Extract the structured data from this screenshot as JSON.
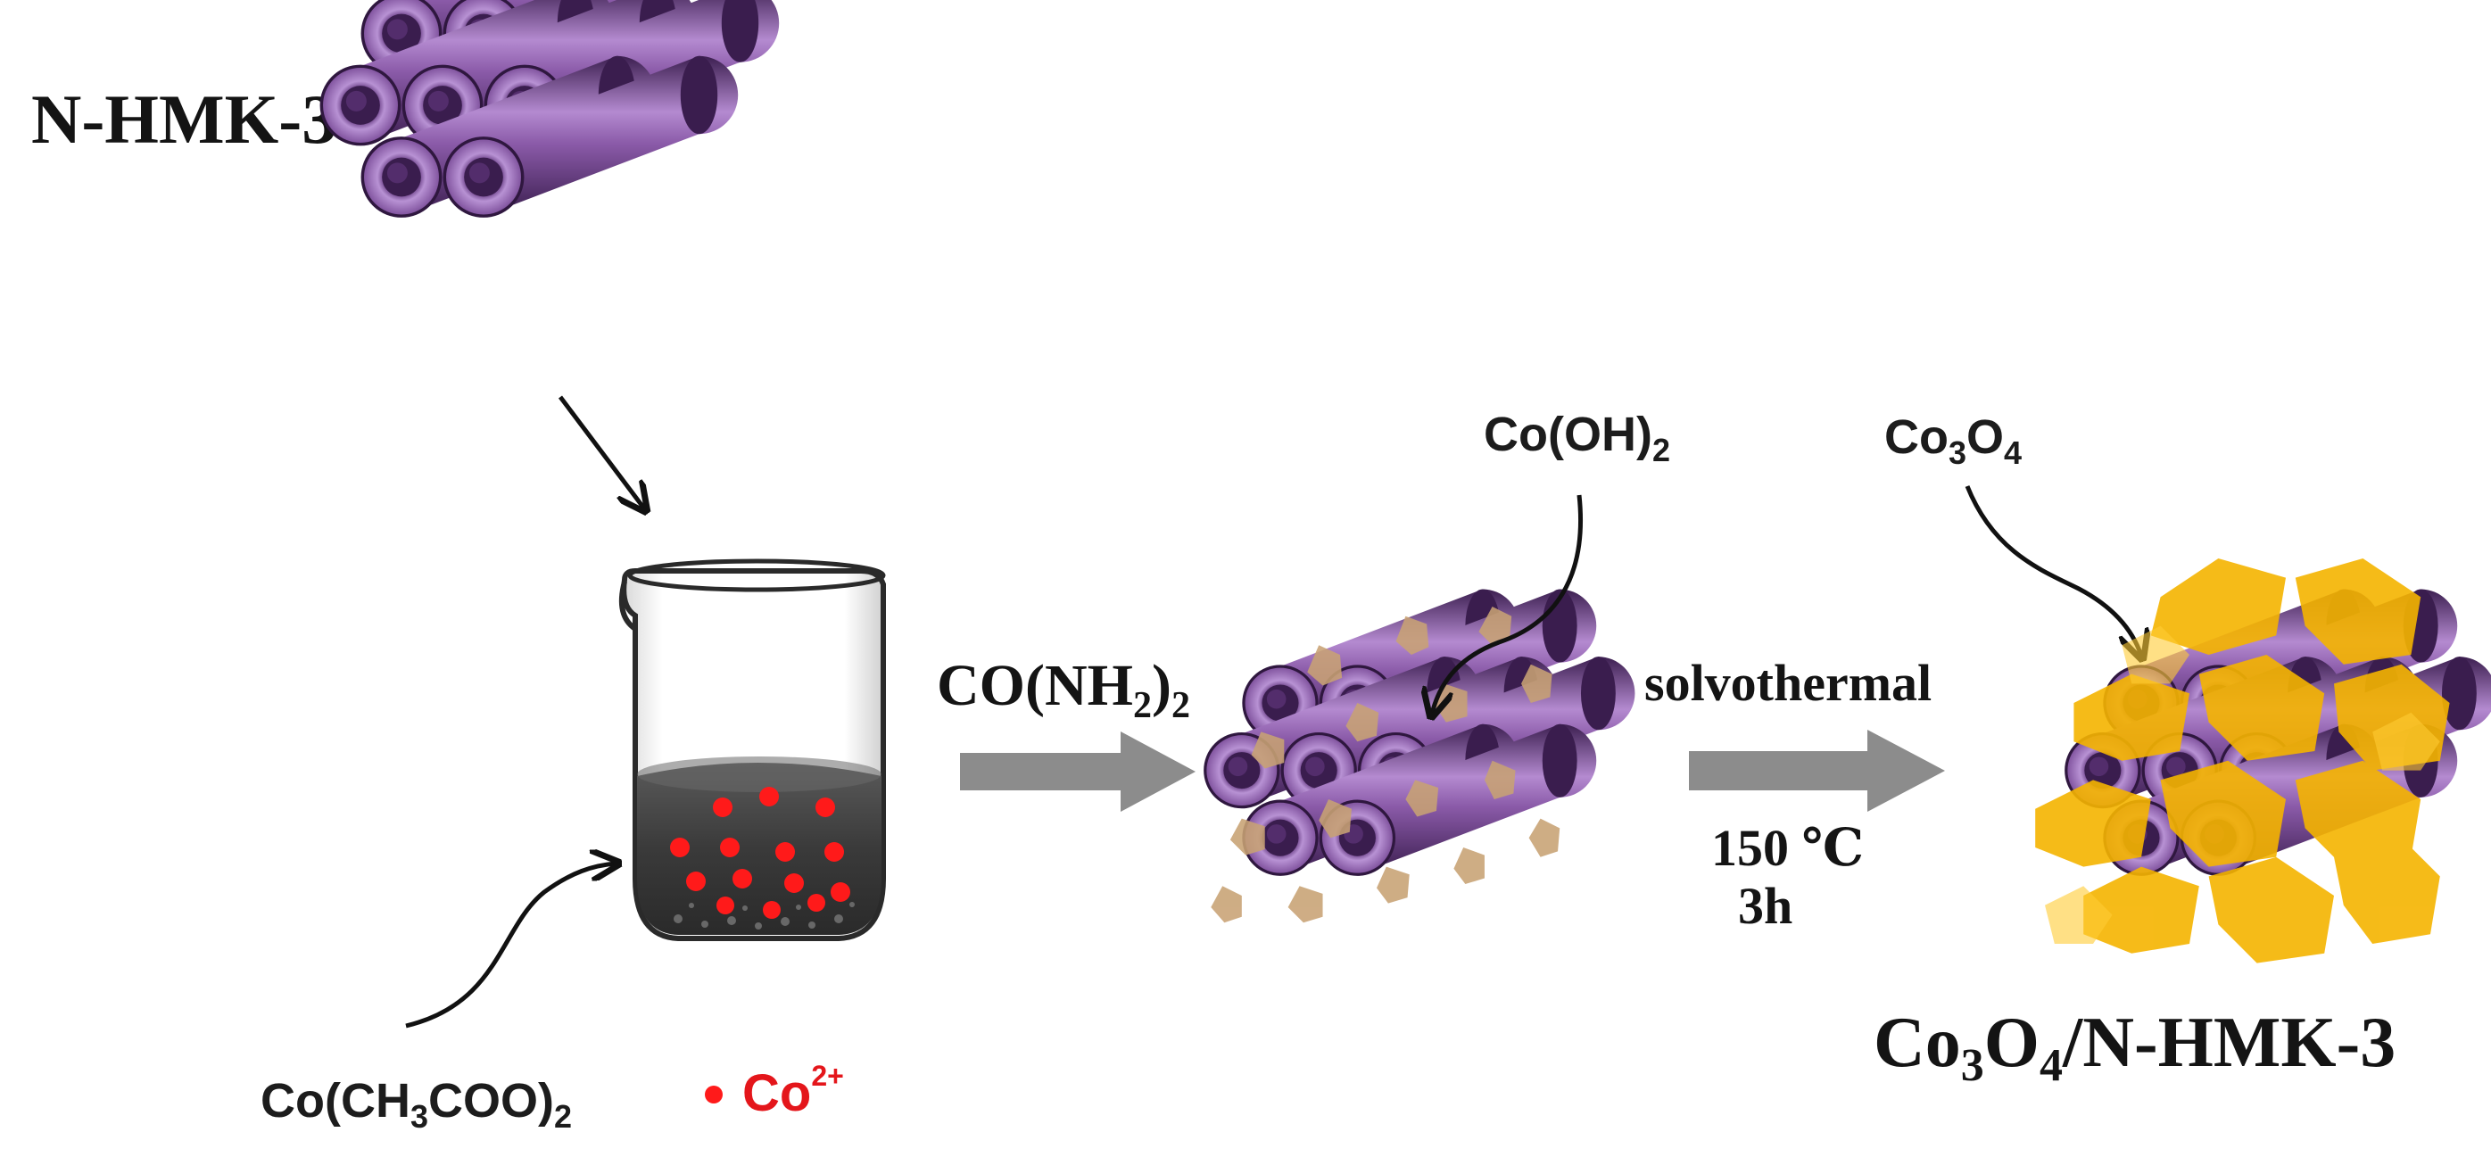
{
  "labels": {
    "start_material": "N-HMK-3",
    "precipitant": "CO(NH",
    "precipitant_sub": "2",
    "precipitant_close": ")",
    "precipitant_close_sub": "2",
    "precursor": "Co(CH",
    "precursor_sub": "3",
    "precursor_close": "COO)",
    "precursor_close_sub": "2",
    "ion_legend": "Co",
    "ion_legend_sup": "2+",
    "intermediate_a": "Co(OH)",
    "intermediate_a_sub": "2",
    "oxide_a": "Co",
    "oxide_a_sub": "3",
    "oxide_b": "O",
    "oxide_b_sub": "4",
    "process": "solvothermal",
    "temperature": "150 ℃",
    "duration": "3h",
    "product_a": "Co",
    "product_a_sub": "3",
    "product_b": "O",
    "product_b_sub": "4",
    "product_c": "/N-HMK-3"
  },
  "colors": {
    "tube_purple": "#8a5aa8",
    "tube_dark": "#4a2a60",
    "tube_hole": "#6a3f86",
    "cobalt_ion": "#ff1a1a",
    "cobalt_hydroxide": "#c8a274",
    "cobalt_oxide": "#f5b400",
    "liquid": "#3a3a3a",
    "process_arrow": "#8c8c8c"
  },
  "icons": [
    "mesoporous-carbon-icon",
    "beaker-icon",
    "curved-arrow-icon",
    "block-arrow-icon"
  ]
}
